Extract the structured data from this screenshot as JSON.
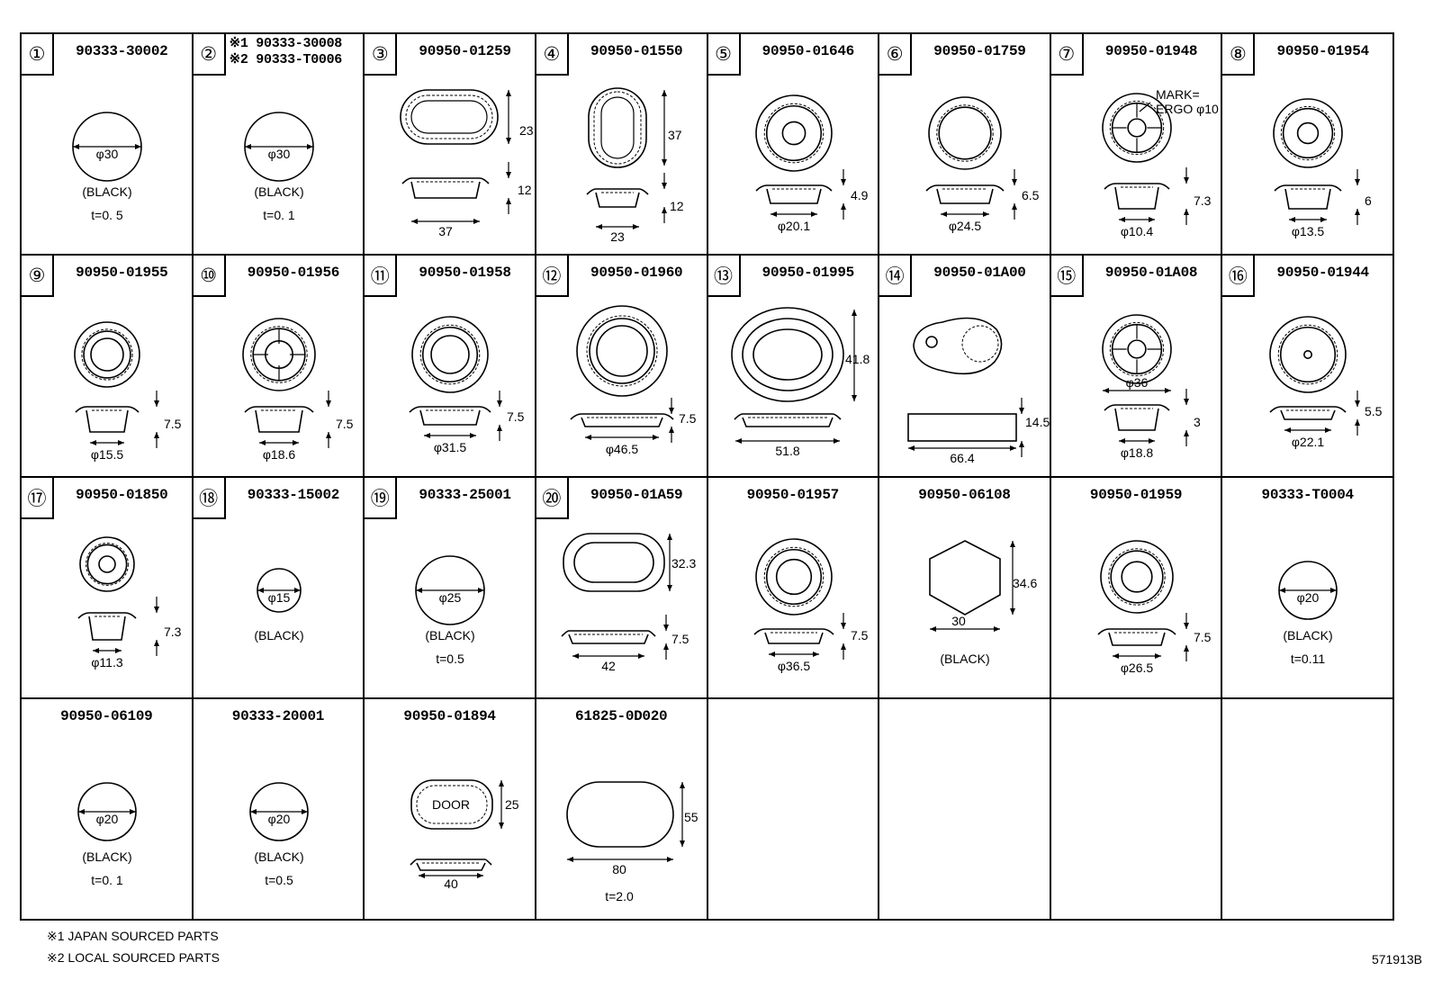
{
  "cells": [
    {
      "no": "①",
      "part": "90333-30002",
      "labels": {
        "dia": "φ30",
        "color": "(BLACK)",
        "thick": "t=0. 5"
      }
    },
    {
      "no": "②",
      "part": [
        "※1 90333-30008",
        "※2 90333-T0006"
      ],
      "labels": {
        "dia": "φ30",
        "color": "(BLACK)",
        "thick": "t=0. 1"
      }
    },
    {
      "no": "③",
      "part": "90950-01259",
      "labels": {
        "h": "23",
        "t": "12",
        "w": "37"
      }
    },
    {
      "no": "④",
      "part": "90950-01550",
      "labels": {
        "h": "37",
        "t": "12",
        "w": "23"
      }
    },
    {
      "no": "⑤",
      "part": "90950-01646",
      "labels": {
        "t": "4.9",
        "w": "φ20.1"
      }
    },
    {
      "no": "⑥",
      "part": "90950-01759",
      "labels": {
        "t": "6.5",
        "w": "φ24.5"
      }
    },
    {
      "no": "⑦",
      "part": "90950-01948",
      "labels": {
        "mark1": "MARK=",
        "mark2": "ERGO φ10",
        "t": "7.3",
        "w": "φ10.4"
      }
    },
    {
      "no": "⑧",
      "part": "90950-01954",
      "labels": {
        "t": "6",
        "w": "φ13.5"
      }
    },
    {
      "no": "⑨",
      "part": "90950-01955",
      "labels": {
        "t": "7.5",
        "w": "φ15.5"
      }
    },
    {
      "no": "⑩",
      "part": "90950-01956",
      "labels": {
        "t": "7.5",
        "w": "φ18.6"
      }
    },
    {
      "no": "⑪",
      "part": "90950-01958",
      "labels": {
        "t": "7.5",
        "w": "φ31.5"
      }
    },
    {
      "no": "⑫",
      "part": "90950-01960",
      "labels": {
        "t": "7.5",
        "w": "φ46.5"
      }
    },
    {
      "no": "⑬",
      "part": "90950-01995",
      "labels": {
        "h": "41.8",
        "w": "51.8"
      }
    },
    {
      "no": "⑭",
      "part": "90950-01A00",
      "labels": {
        "t": "14.5",
        "w": "66.4"
      }
    },
    {
      "no": "⑮",
      "part": "90950-01A08",
      "labels": {
        "d": "φ36",
        "t": "3",
        "w": "φ18.8"
      }
    },
    {
      "no": "⑯",
      "part": "90950-01944",
      "labels": {
        "t": "5.5",
        "w": "φ22.1"
      }
    },
    {
      "no": "⑰",
      "part": "90950-01850",
      "labels": {
        "t": "7.3",
        "w": "φ11.3"
      }
    },
    {
      "no": "⑱",
      "part": "90333-15002",
      "labels": {
        "dia": "φ15",
        "color": "(BLACK)"
      }
    },
    {
      "no": "⑲",
      "part": "90333-25001",
      "labels": {
        "dia": "φ25",
        "color": "(BLACK)",
        "thick": "t=0.5"
      }
    },
    {
      "no": "⑳",
      "part": "90950-01A59",
      "labels": {
        "h": "32.3",
        "t": "7.5",
        "w": "42"
      }
    },
    {
      "no": "",
      "part": "90950-01957",
      "labels": {
        "t": "7.5",
        "w": "φ36.5"
      }
    },
    {
      "no": "",
      "part": "90950-06108",
      "labels": {
        "h": "34.6",
        "w": "30",
        "color": "(BLACK)"
      }
    },
    {
      "no": "",
      "part": "90950-01959",
      "labels": {
        "t": "7.5",
        "w": "φ26.5"
      }
    },
    {
      "no": "",
      "part": "90333-T0004",
      "labels": {
        "dia": "φ20",
        "color": "(BLACK)",
        "thick": "t=0.11"
      }
    },
    {
      "no": "",
      "part": "90950-06109",
      "labels": {
        "dia": "φ20",
        "color": "(BLACK)",
        "thick": "t=0. 1"
      }
    },
    {
      "no": "",
      "part": "90333-20001",
      "labels": {
        "dia": "φ20",
        "color": "(BLACK)",
        "thick": "t=0.5"
      }
    },
    {
      "no": "",
      "part": "90950-01894",
      "labels": {
        "door": "DOOR",
        "h": "25",
        "w": "40"
      }
    },
    {
      "no": "",
      "part": "61825-0D020",
      "labels": {
        "h": "55",
        "w": "80",
        "thick": "t=2.0"
      }
    },
    {
      "no": "",
      "part": "",
      "labels": {}
    },
    {
      "no": "",
      "part": "",
      "labels": {}
    },
    {
      "no": "",
      "part": "",
      "labels": {}
    },
    {
      "no": "",
      "part": "",
      "labels": {}
    }
  ],
  "notes": [
    "※1 JAPAN SOURCED PARTS",
    "※2 LOCAL SOURCED PARTS"
  ],
  "figure_id": "571913B"
}
